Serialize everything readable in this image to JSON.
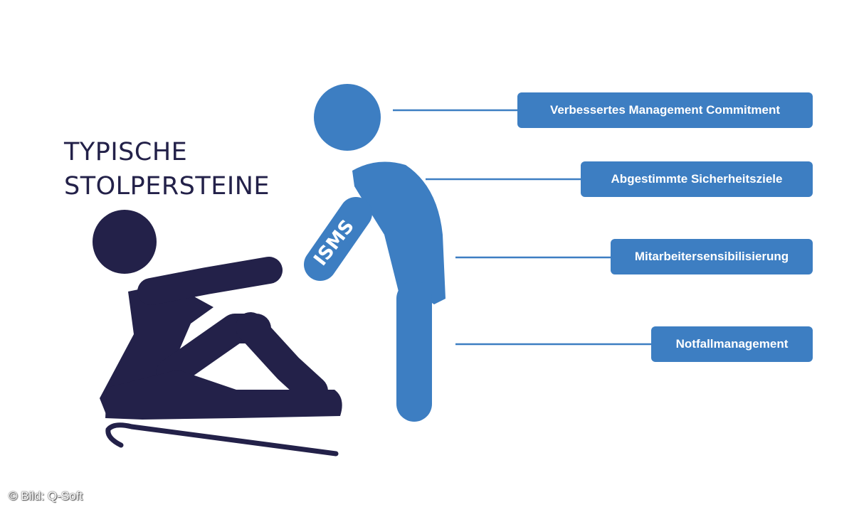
{
  "title_lines": [
    "TYPISCHE",
    "STOLPERSTEINE"
  ],
  "arm_label": "ISMS",
  "measures": [
    "Verbessertes Management Commitment",
    "Abgestimmte Sicherheitsziele",
    "Mitarbeitersensibilisierung",
    "Notfallmanagement"
  ],
  "credit": "© Bild: Q-Soft",
  "colors": {
    "fallen_figure": "#232149",
    "helper_figure": "#3d7ec2",
    "connector_line": "#3d7ec2",
    "box_text": "#ffffff"
  }
}
